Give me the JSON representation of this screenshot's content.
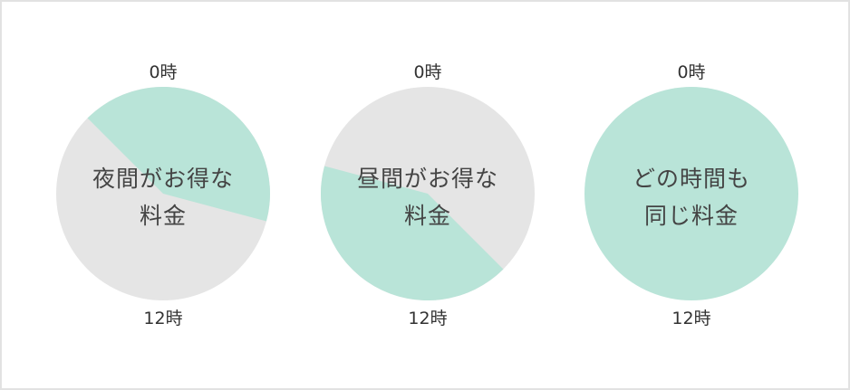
{
  "colors": {
    "highlight": "#b9e4d8",
    "base": "#e5e5e5",
    "text": "#444444",
    "border": "#e2e2e2"
  },
  "pies": [
    {
      "top_label": "0時",
      "bottom_label": "12時",
      "caption_line1": "夜間がお得な",
      "caption_line2": "料金"
    },
    {
      "top_label": "0時",
      "bottom_label": "12時",
      "caption_line1": "昼間がお得な",
      "caption_line2": "料金"
    },
    {
      "top_label": "0時",
      "bottom_label": "12時",
      "caption_line1": "どの時間も",
      "caption_line2": "同じ料金"
    }
  ],
  "chart_data": [
    {
      "type": "pie",
      "title": "夜間がお得な料金",
      "clock": "24h, 0時 at top, 12時 at bottom, clockwise",
      "segments": [
        {
          "name": "cheap period (night)",
          "from_hour": 21,
          "to_hour": 7,
          "hours": 10,
          "color": "#b9e4d8"
        },
        {
          "name": "regular period",
          "from_hour": 7,
          "to_hour": 21,
          "hours": 14,
          "color": "#e5e5e5"
        }
      ],
      "labels": [
        "0時",
        "12時"
      ]
    },
    {
      "type": "pie",
      "title": "昼間がお得な料金",
      "clock": "24h, 0時 at top, 12時 at bottom, clockwise",
      "segments": [
        {
          "name": "cheap period (day)",
          "from_hour": 9,
          "to_hour": 19,
          "hours": 10,
          "color": "#b9e4d8"
        },
        {
          "name": "regular period",
          "from_hour": 19,
          "to_hour": 9,
          "hours": 14,
          "color": "#e5e5e5"
        }
      ],
      "labels": [
        "0時",
        "12時"
      ]
    },
    {
      "type": "pie",
      "title": "どの時間も同じ料金",
      "clock": "24h, 0時 at top, 12時 at bottom, clockwise",
      "segments": [
        {
          "name": "flat rate",
          "from_hour": 0,
          "to_hour": 24,
          "hours": 24,
          "color": "#b9e4d8"
        }
      ],
      "labels": [
        "0時",
        "12時"
      ]
    }
  ]
}
